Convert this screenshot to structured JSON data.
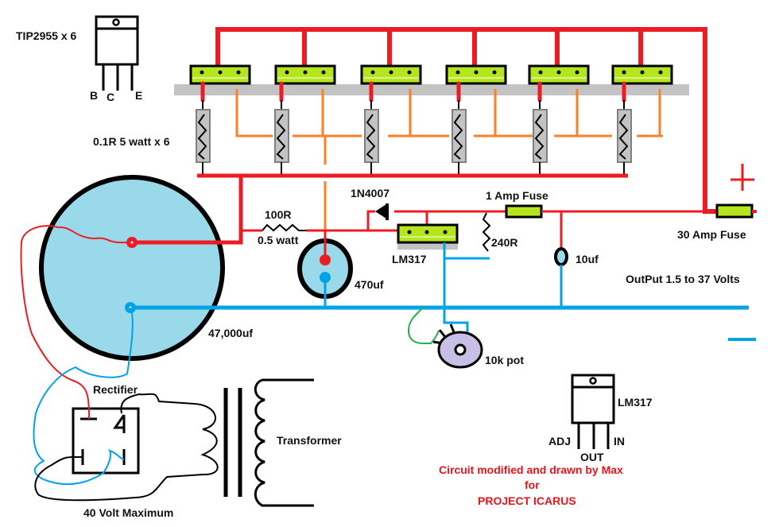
{
  "title": "Variable power supply circuit (LM317 + TIP2955)",
  "colors": {
    "positive_wire": "#ed1c24",
    "negative_wire": "#00a2e8",
    "base_wire": "#ff7f27",
    "adj_wire": "#22b14c",
    "component_fill": "#b5e61d",
    "capacitor_fill": "#99d9ea",
    "pot_fill": "#c8bfe7",
    "heatsink": "#c3c3c3",
    "resistor_body": "#c3c3c3"
  },
  "labels": {
    "transistor": "TIP2955 x 6",
    "pin_b": "B",
    "pin_c": "C",
    "pin_e": "E",
    "emitter_resistors": "0.1R 5 watt x 6",
    "diode": "1N4007",
    "fuse_small": "1 Amp Fuse",
    "fuse_large": "30 Amp Fuse",
    "plus": "+",
    "minus": "—",
    "resistor_100r": "100R",
    "resistor_100r_power": "0.5 watt",
    "regulator": "LM317",
    "resistor_240r": "240R",
    "cap_10uf": "10uf",
    "cap_470uf": "470uf",
    "cap_47000uf": "47,000uf",
    "output": "OutPut 1.5 to 37 Volts",
    "pot": "10k pot",
    "rectifier": "Rectifier",
    "transformer": "Transformer",
    "voltage_max": "40 Volt Maximum",
    "pinout_name": "LM317",
    "pin_adj": "ADJ",
    "pin_out": "OUT",
    "pin_in": "IN",
    "credit_line1": "Circuit modified and drawn by Max",
    "credit_line2": "for",
    "credit_line3": "PROJECT ICARUS"
  },
  "transistor_count": 6
}
